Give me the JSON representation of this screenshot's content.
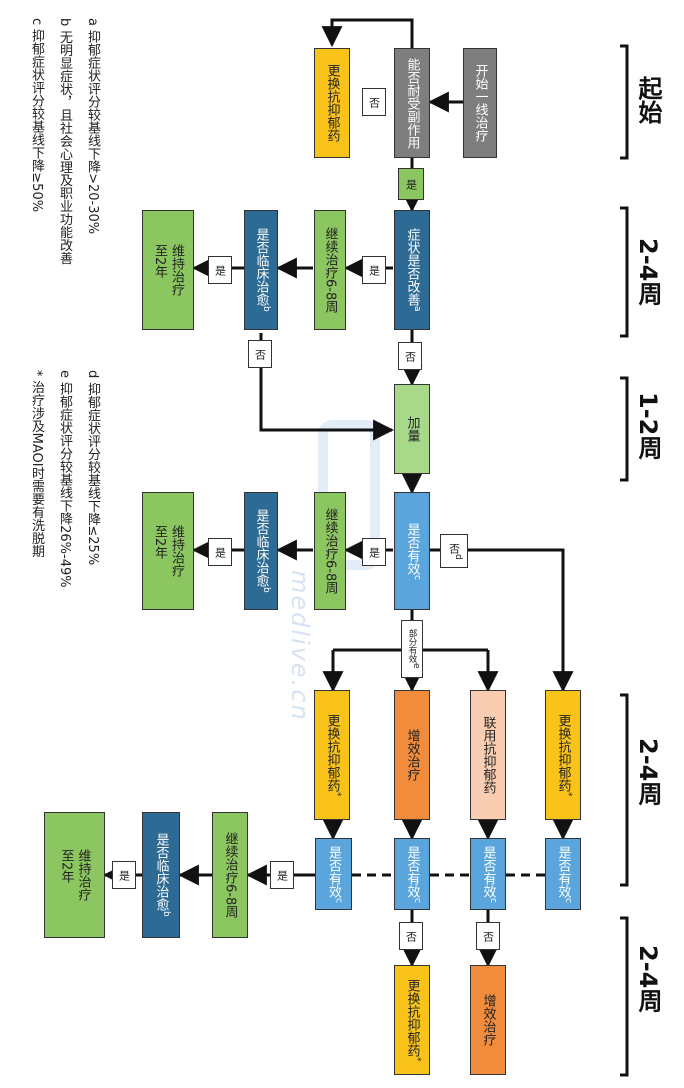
{
  "phases": [
    "起始",
    "2-4周",
    "1-2周",
    "2-4周",
    "2-4周"
  ],
  "notes": {
    "a": "a  抑郁症状评分较基线下降>20-30%",
    "b": "b  无明显症状，且社会心理及职业功能改善",
    "c": "c  抑郁症状评分较基线下降≥50%",
    "d": "d  抑郁症状评分较基线下降≤25%",
    "e": "e  抑郁症状评分较基线下降26%-49%",
    "star": "*  治疗涉及MAOI时需要有洗脱期"
  },
  "nodes": {
    "start": "开始一线治疗",
    "tolerate": "能否耐受副作用",
    "switch1": "更换抗抑郁药",
    "improve": "症状是否改善",
    "improve_sup": "a",
    "continue1": "继续治疗6-8周",
    "cure1": "是否临床治愈",
    "cure1_sup": "b",
    "maintain1_line1": "维持治疗",
    "maintain1_line2": "至2年",
    "increase": "加量",
    "effective1": "是否有效",
    "effective1_sup": "c",
    "continue2": "继续治疗6-8周",
    "cure2": "是否临床治愈",
    "cure2_sup": "b",
    "maintain2_line1": "维持治疗",
    "maintain2_line2": "至2年",
    "switch_a": "更换抗抑郁药",
    "switch_a_sup": "*",
    "augment": "增效治疗",
    "combine": "联用抗抑郁药",
    "switch_b": "更换抗抑郁药",
    "switch_b_sup": "*",
    "eff_a": "是否有效",
    "eff_b": "是否有效",
    "eff_c": "是否有效",
    "eff_d": "是否有效",
    "eff_sup": "c",
    "continue3": "继续治疗6-8周",
    "cure3": "是否临床治愈",
    "cure3_sup": "b",
    "maintain3_line1": "维持治疗",
    "maintain3_line2": "至2年",
    "switch_c": "更换抗抑郁药",
    "switch_c_sup": "*",
    "augment2": "增效治疗"
  },
  "labels": {
    "yes": "是",
    "no": "否",
    "no_d": "否",
    "no_d_sup": "d",
    "partial": "部分有效",
    "partial_sup": "e"
  },
  "watermark": "medlive.cn",
  "colors": {
    "gray": "#7e7e7e",
    "yellow": "#f9c31a",
    "dark_blue": "#2e6b94",
    "green": "#8cc660",
    "light_green": "#a8d98a",
    "light_blue": "#5aa6dc",
    "orange": "#f08c3c",
    "peach": "#f9cdb1"
  }
}
